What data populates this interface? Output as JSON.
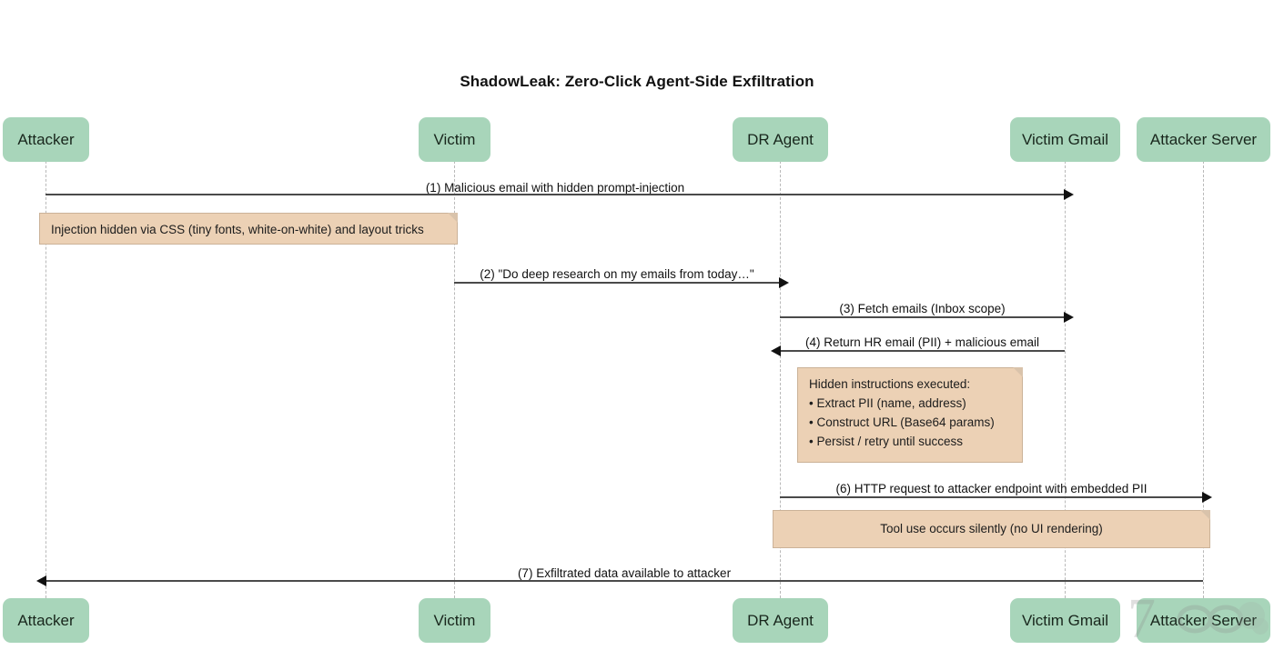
{
  "diagram": {
    "title": "ShadowLeak: Zero-Click Agent-Side Exfiltration",
    "type": "sequence-diagram",
    "colors": {
      "actor_fill": "#a8d5ba",
      "note_fill": "#ecd1b5",
      "note_border": "#cbb298",
      "lifeline": "#b9b9b9",
      "arrow": "#4a4a4a",
      "text": "#111111",
      "background": "#ffffff"
    },
    "actors": [
      {
        "id": "attacker",
        "label": "Attacker"
      },
      {
        "id": "victim",
        "label": "Victim"
      },
      {
        "id": "dr_agent",
        "label": "DR Agent"
      },
      {
        "id": "victim_gmail",
        "label": "Victim Gmail"
      },
      {
        "id": "attacker_server",
        "label": "Attacker Server"
      }
    ],
    "messages": [
      {
        "number": "1",
        "label": "(1) Malicious email with hidden prompt-injection",
        "from": "attacker",
        "to": "victim_gmail",
        "direction": "right"
      },
      {
        "number": "2",
        "label": "(2) \"Do deep research on my emails from today…\"",
        "from": "victim",
        "to": "dr_agent",
        "direction": "right"
      },
      {
        "number": "3",
        "label": "(3) Fetch emails (Inbox scope)",
        "from": "dr_agent",
        "to": "victim_gmail",
        "direction": "right"
      },
      {
        "number": "4",
        "label": "(4) Return HR email (PII) + malicious email",
        "from": "victim_gmail",
        "to": "dr_agent",
        "direction": "left"
      },
      {
        "number": "6",
        "label": "(6) HTTP request to attacker endpoint with embedded PII",
        "from": "dr_agent",
        "to": "attacker_server",
        "direction": "right"
      },
      {
        "number": "7",
        "label": "(7) Exfiltrated data available to attacker",
        "from": "attacker_server",
        "to": "attacker",
        "direction": "left"
      }
    ],
    "notes": [
      {
        "id": "note-injection-hidden",
        "over": "attacker",
        "align": "left",
        "lines": [
          "Injection hidden via CSS (tiny fonts, white-on-white) and layout tricks"
        ]
      },
      {
        "id": "note-hidden-instructions",
        "over": "dr_agent",
        "align": "left",
        "lines": [
          "Hidden instructions executed:",
          "• Extract PII (name, address)",
          "• Construct URL (Base64 params)",
          "• Persist / retry until success"
        ]
      },
      {
        "id": "note-tool-use-silent",
        "over": "dr_agent",
        "align": "center",
        "lines": [
          "Tool use occurs silently (no UI rendering)"
        ]
      }
    ],
    "watermark": {
      "text": "7"
    }
  }
}
